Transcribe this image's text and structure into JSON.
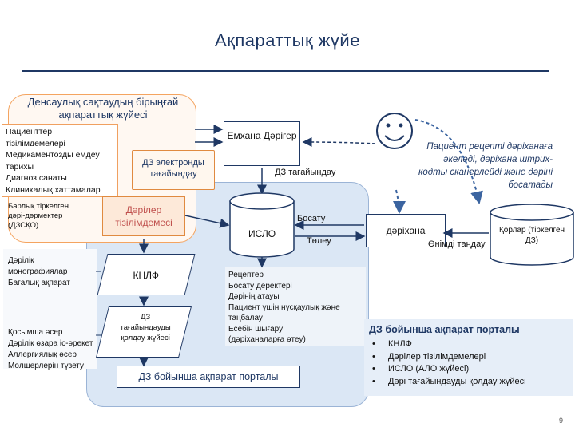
{
  "title": "Ақпараттық жүйе",
  "left": {
    "region_title": "Денсаулық сақтаудың бірыңғай ақпараттық жүйесі",
    "box_lines": [
      "Пациенттер",
      "тізілімдемелері",
      "Медикаментозды емдеу",
      "тарихы",
      "Диагноз санаты",
      "Клиникалық хаттамалар"
    ],
    "small_note": [
      "Барлық тіркелген",
      "дәрі-дәрмектер",
      "(ДЗСҚО)"
    ],
    "drug_info": [
      "Дәрілік",
      "монографиялар",
      "Бағалық ақпарат"
    ],
    "side_effects": [
      "Қосымша әсер",
      "Дәрілік өзара іс-әрекет",
      "Аллергиялық әсер",
      "Мөлшерлерін түзету"
    ]
  },
  "center": {
    "dz_electronic": "ДЗ электронды тағайындау",
    "registry": "Дәрілер тізілімдемесі",
    "doctor_box": "Емхана Дәрігер",
    "knlf": "КНЛФ",
    "support": "ДЗ тағайындауды қолдау жүйесі",
    "database": "ИСЛО",
    "dz_prescribe": "ДЗ тағайындау",
    "dispense": "Босату",
    "payment": "Төлеу",
    "mid_list": [
      "Рецептер",
      "Босату деректері",
      "Дәрінің атауы",
      "Пациент үшін нұсқаулық және таңбалау",
      "Есебін шығару",
      "(дәріханаларға өтеу)"
    ],
    "portal": "ДЗ бойынша ақпарат порталы"
  },
  "right": {
    "pharmacy": "дәріхана",
    "patient_note": "Пациент рецепті дәріханаға әкеледі, дәріхана штрих-кодты сканерлейді және дәріні босатады",
    "product_select": "Өнімді таңдау",
    "stock": "Қорлар (тіркелген ДЗ)",
    "portal_title": "ДЗ бойынша ақпарат порталы",
    "portal_items": [
      "КНЛФ",
      "Дәрілер тізілімдемелері",
      "ИСЛО (АЛО жүйесі)",
      "Дәрі   тағайындауды қолдау жүйесі"
    ]
  },
  "page_number": "9",
  "colors": {
    "navy": "#1f3864",
    "orange": "#f4a460",
    "blue_fill": "#dbe7f5"
  }
}
